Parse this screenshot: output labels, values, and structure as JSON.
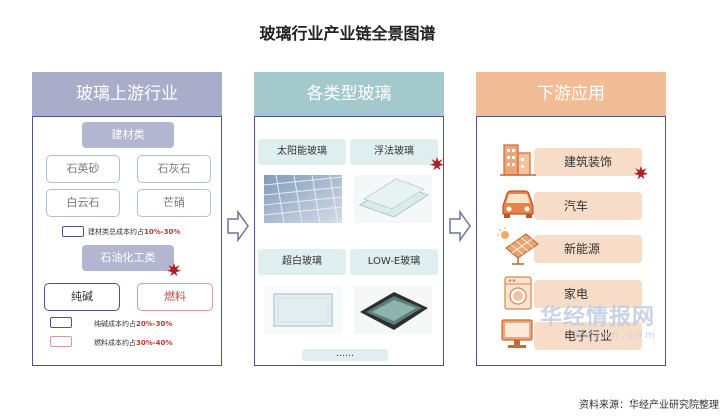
{
  "title": "玻璃行业产业链全景图谱",
  "upstream": {
    "header": "玻璃上游行业",
    "building_materials": {
      "label": "建材类",
      "items": [
        "石英砂",
        "石灰石",
        "白云石",
        "芒硝"
      ],
      "note_text": "建材类总成本约占",
      "note_pct": "10%-30%"
    },
    "petrochemical": {
      "label": "石油化工类",
      "items": [
        "纯碱",
        "燃料"
      ],
      "notes": [
        {
          "text": "纯碱成本约占",
          "pct": "20%-30%"
        },
        {
          "text": "燃料成本约占",
          "pct": "30%-40%"
        }
      ]
    }
  },
  "glass_types": {
    "header": "各类型玻璃",
    "items": [
      "太阳能玻璃",
      "浮法玻璃",
      "超白玻璃",
      "LOW-E玻璃"
    ],
    "more": "……"
  },
  "downstream": {
    "header": "下游应用",
    "items": [
      "建筑装饰",
      "汽车",
      "新能源",
      "家电",
      "电子行业"
    ]
  },
  "watermark": "华经情报网",
  "watermark_sub": "huaon.com",
  "source": "资料来源：华经产业研究院整理",
  "colors": {
    "upstream_header": "#a9adc9",
    "building_pill": "#b2b6d1",
    "petro_pill": "#b2b6d1",
    "glass_header": "#a3c9cc",
    "glass_label_bg": "#dfeeee",
    "downstream_header": "#f2bd96",
    "app_row_bg": "#f7dcc8",
    "border": "#4a5590",
    "burst": "#b01f24"
  },
  "icons": [
    "building-icon",
    "car-icon",
    "solar-panel-icon",
    "washing-machine-icon",
    "computer-icon",
    "arrow-right-icon",
    "starburst-icon"
  ]
}
